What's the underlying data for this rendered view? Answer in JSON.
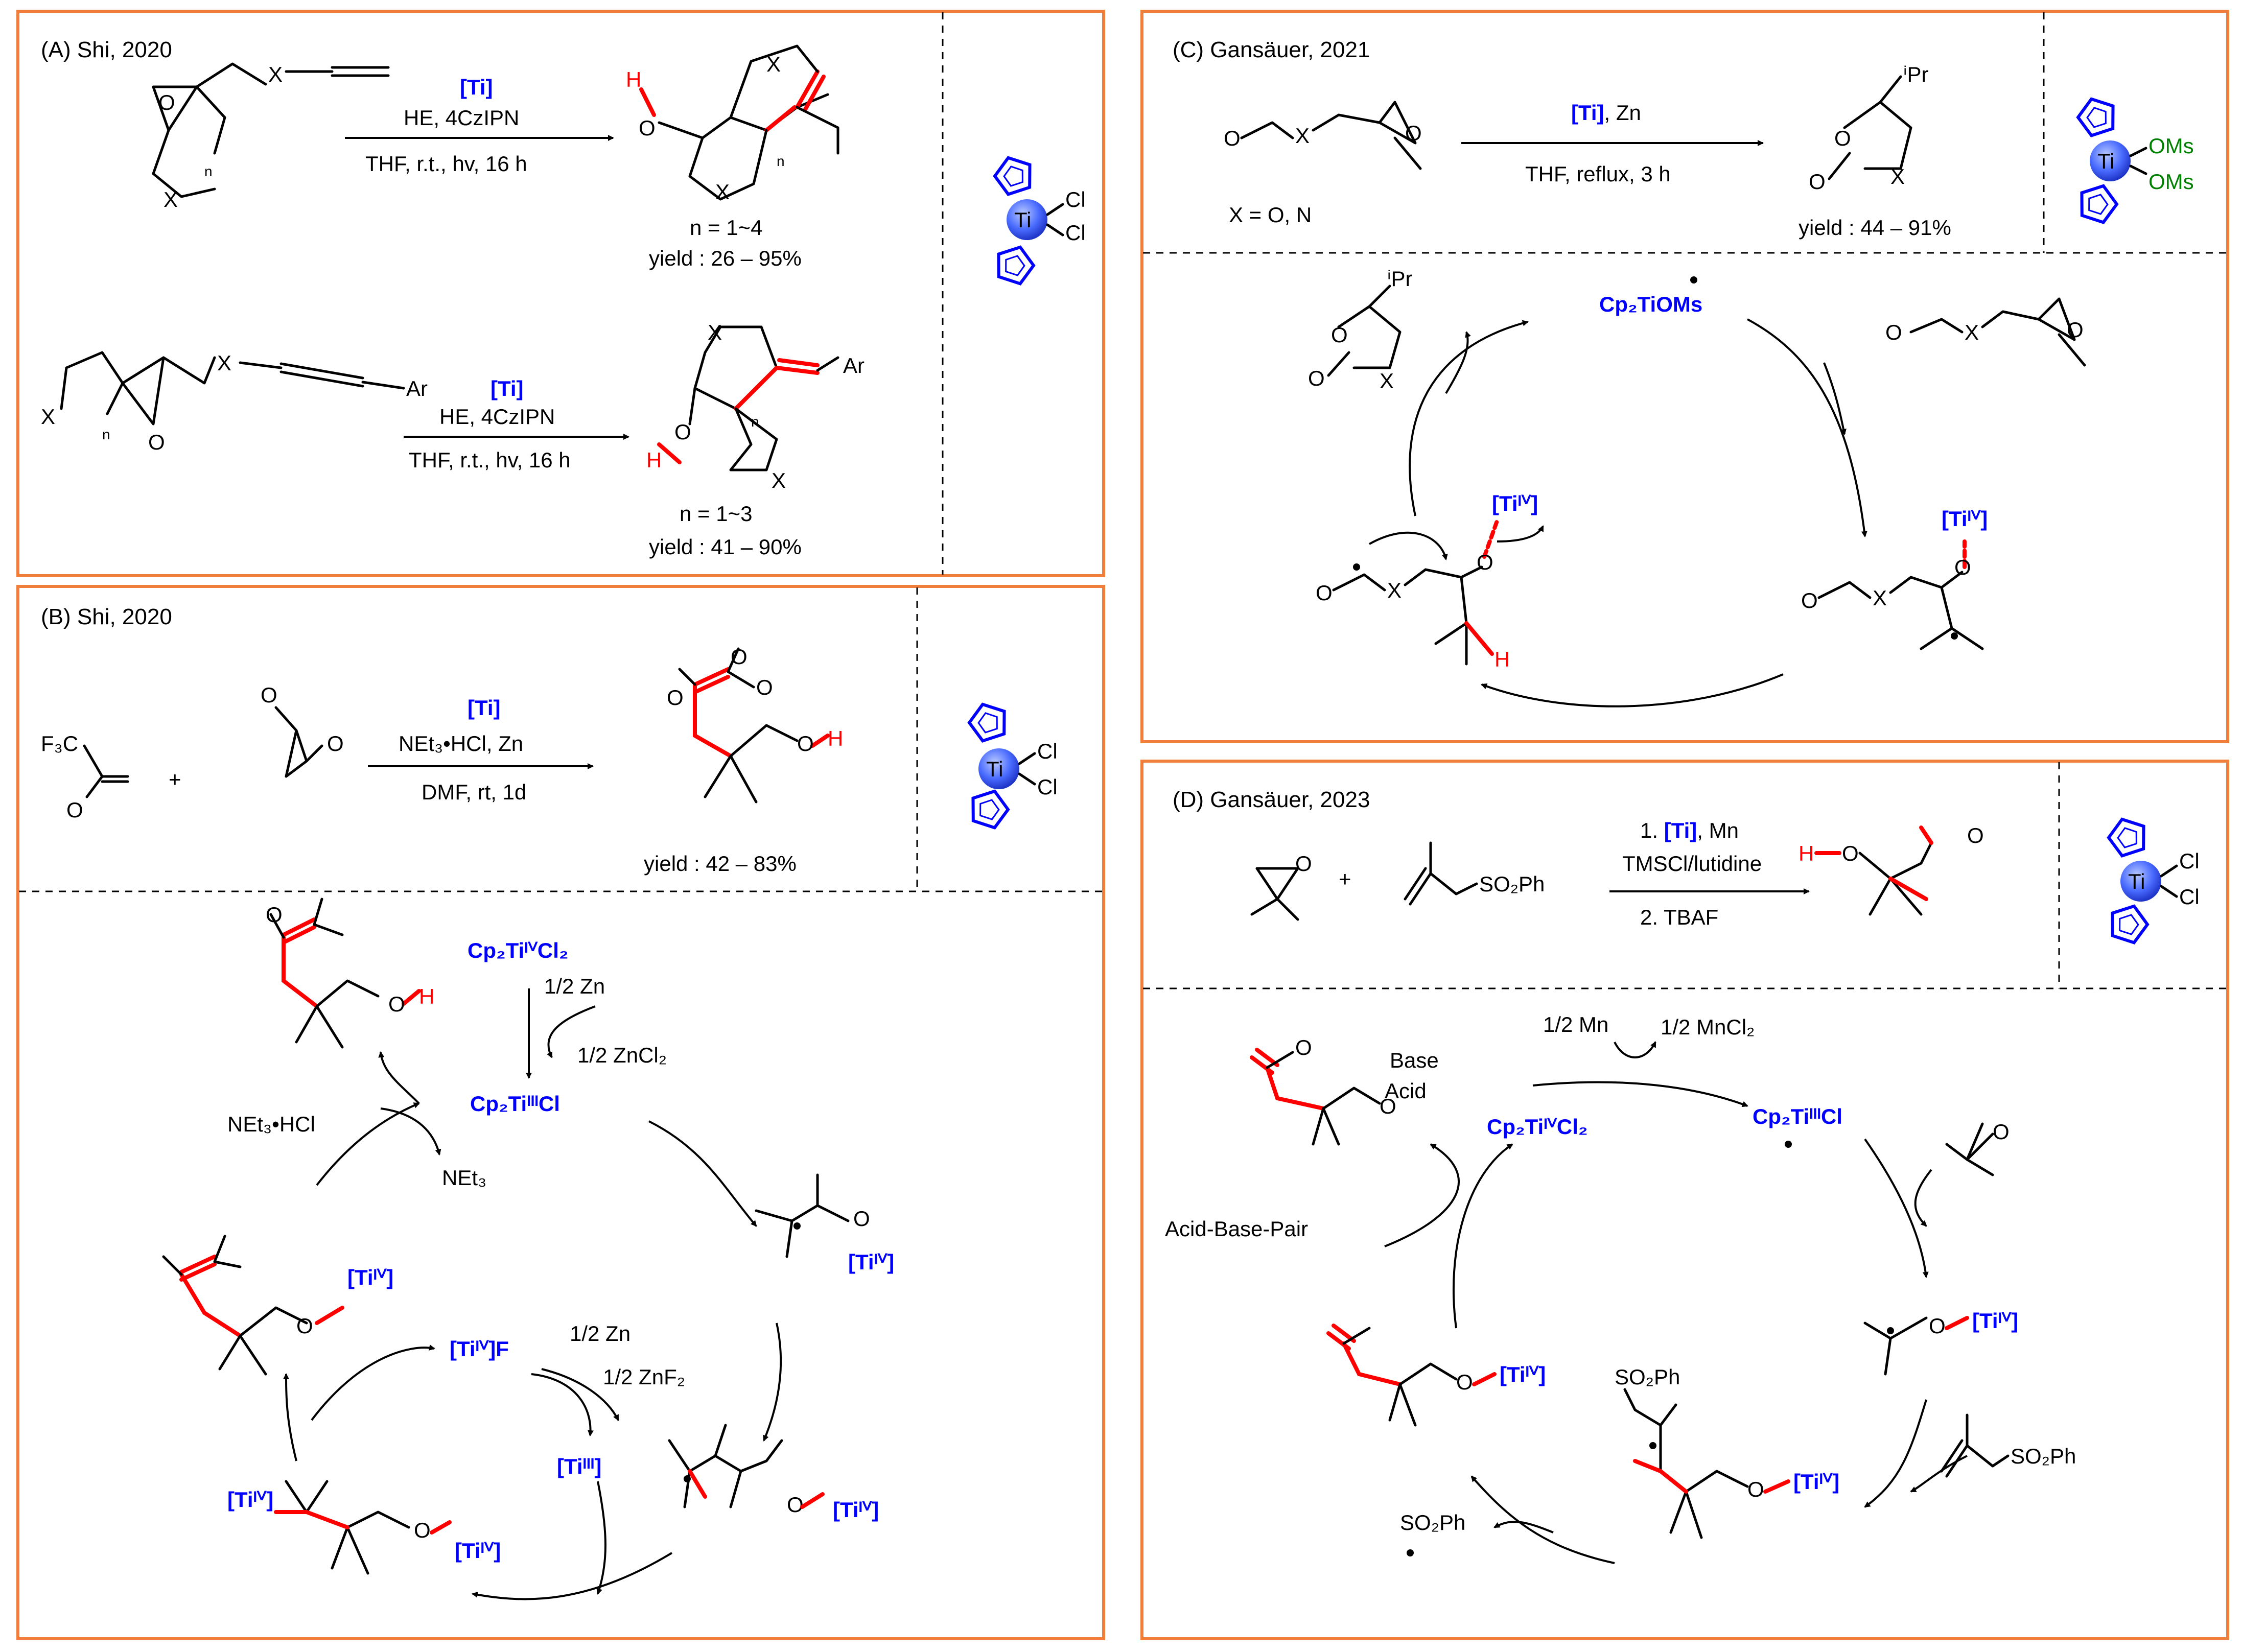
{
  "panelA": {
    "header": "(A)  Shi, 2020",
    "r1_cat": "[Ti]",
    "r1_cond1": "HE, 4CzIPN",
    "r1_cond2": "THF, r.t., hv, 16 h",
    "r1_n": "n = 1~4",
    "r1_yield": "yield : 26 – 95%",
    "r2_cat": "[Ti]",
    "r2_cond1": "HE, 4CzIPN",
    "r2_cond2": "THF, r.t., hv, 16 h",
    "r2_n": "n = 1~3",
    "r2_yield": "yield : 41 – 90%",
    "atoms": {
      "X": "X",
      "O": "O",
      "H": "H",
      "n": "n",
      "Ar": "Ar"
    }
  },
  "panelB": {
    "header": "(B)  Shi, 2020",
    "cat": "[Ti]",
    "cond1": "NEt₃•HCl, Zn",
    "cond2": "DMF,  rt,  1d",
    "yield": "yield : 42 – 83%",
    "plus": "+",
    "F3C": "F₃C",
    "cycle": {
      "top": "Cp₂TiᴵⱽCl₂",
      "zn": "1/2 Zn",
      "zncl2": "1/2 ZnCl₂",
      "ti3cl": "Cp₂TiᴵᴵᴵCl",
      "net3hcl": "NEt₃•HCl",
      "net3": "NEt₃",
      "tif": "[Tiᴵⱽ]F",
      "zn2": "1/2 Zn",
      "znf2": "1/2 ZnF₂",
      "ti3": "[Tiᴵᴵᴵ]",
      "tiIV": "[Tiᴵⱽ]"
    }
  },
  "panelC": {
    "header": "(C)  Gansäuer, 2021",
    "cat": "[Ti]",
    "cat_rest": ", Zn",
    "cond2": "THF,  reflux,  3 h",
    "xon": "X = O, N",
    "yield": "yield : 44 – 91%",
    "ipr": "ⁱPr",
    "oms1": "OMs",
    "oms2": "OMs",
    "cycle": {
      "top": "Cp₂TiOMs",
      "tiIV": "[Tiᴵⱽ]"
    }
  },
  "panelD": {
    "header": "(D)  Gansäuer, 2023",
    "cond1_num": "1. ",
    "cond1_cat": "[Ti]",
    "cond1_rest": ", Mn",
    "cond2": "TMSCl/lutidine",
    "cond3": "2. TBAF",
    "plus": "+",
    "so2ph": "SO₂Ph",
    "cycle": {
      "mn": "1/2 Mn",
      "mncl2": "1/2 MnCl₂",
      "ti4cl2": "Cp₂TiᴵⱽCl₂",
      "ti3cl": "Cp₂TiᴵᴵᴵCl",
      "base": "Base",
      "acid": "Acid",
      "pair": "Acid-Base-Pair",
      "tiIV": "[Tiᴵⱽ]",
      "so2ph_rad": "SO₂Ph"
    }
  },
  "titanocene": {
    "ti": "Ti",
    "cl": "Cl"
  },
  "colors": {
    "frame": "#f07f3c",
    "metal": "#0000ff",
    "highlight": "#ff0000",
    "ligand_text": "#008000"
  }
}
